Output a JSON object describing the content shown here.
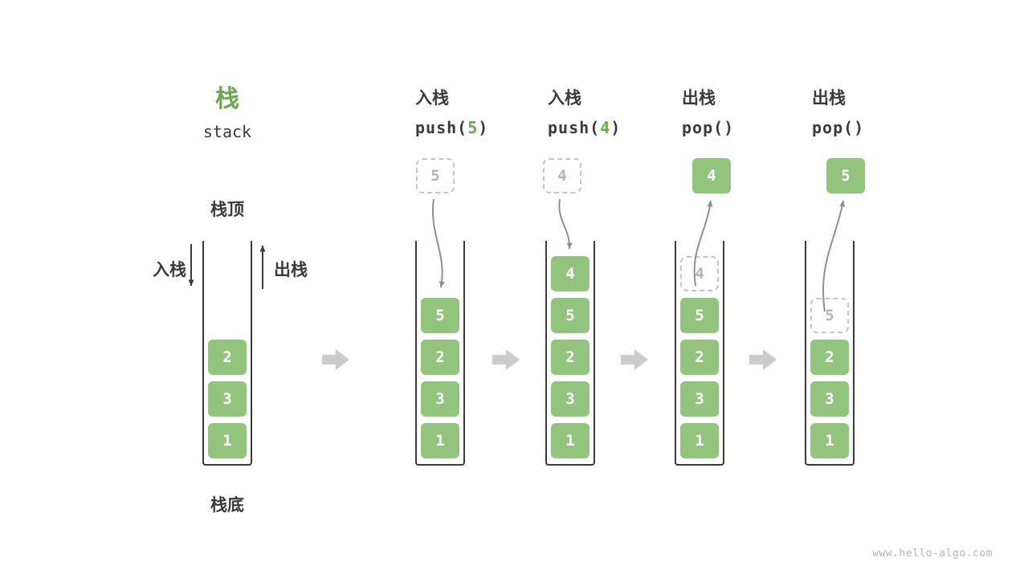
{
  "title": {
    "zh": "栈",
    "en": "stack"
  },
  "first_stack": {
    "top_label": "栈顶",
    "bottom_label": "栈底",
    "push_label": "入栈",
    "pop_label": "出栈"
  },
  "operations": [
    {
      "name_zh": "入栈",
      "code_fn": "push(",
      "code_arg": "5",
      "code_close": ")",
      "float_value": "5",
      "float_style": "dashed"
    },
    {
      "name_zh": "入栈",
      "code_fn": "push(",
      "code_arg": "4",
      "code_close": ")",
      "float_value": "4",
      "float_style": "dashed"
    },
    {
      "name_zh": "出栈",
      "code_fn": "pop(",
      "code_arg": "",
      "code_close": ")",
      "float_value": "4",
      "float_style": "solid"
    },
    {
      "name_zh": "出栈",
      "code_fn": "pop(",
      "code_arg": "",
      "code_close": ")",
      "float_value": "5",
      "float_style": "solid"
    }
  ],
  "stacks": [
    {
      "cells": [
        "2",
        "3",
        "1"
      ]
    },
    {
      "cells": [
        "5",
        "2",
        "3",
        "1"
      ]
    },
    {
      "cells": [
        "4",
        "5",
        "2",
        "3",
        "1"
      ]
    },
    {
      "cells": [
        "4",
        "5",
        "2",
        "3",
        "1"
      ]
    },
    {
      "cells": [
        "5",
        "2",
        "3",
        "1"
      ]
    }
  ],
  "footer": "www.hello-algo.com",
  "colors": {
    "cell_green": "#93c47d",
    "accent_green": "#6aa84f",
    "arrow_gray": "#cbcbcb",
    "line_gray": "#8f8f8f",
    "ink": "#3b3b3b",
    "ghost_border": "#c4c4c4",
    "ghost_text": "#b5b5b5"
  }
}
